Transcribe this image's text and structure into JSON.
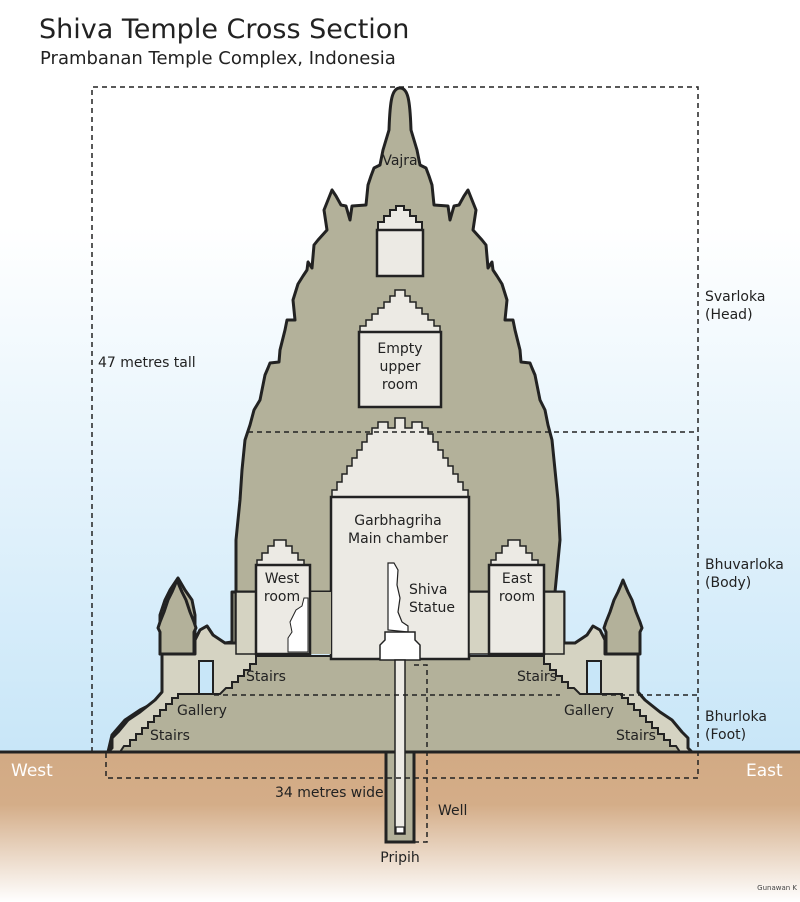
{
  "title": "Shiva Temple Cross Section",
  "subtitle": "Prambanan Temple Complex, Indonesia",
  "colors": {
    "stone": "#b3b19a",
    "stone_light": "#d5d3c2",
    "room": "#eceae4",
    "outline": "#222222",
    "sky_top": "#ffffff",
    "sky_bottom": "#c8e6f8",
    "ground_top": "#d2aa84",
    "ground_bottom": "#ffffff",
    "direction_text": "#ffffff"
  },
  "dimensions": {
    "height_label": "47 metres tall",
    "width_label": "34 metres wide"
  },
  "levels": [
    {
      "name": "Svarloka",
      "meaning": "(Head)"
    },
    {
      "name": "Bhuvarloka",
      "meaning": "(Body)"
    },
    {
      "name": "Bhurloka",
      "meaning": "(Foot)"
    }
  ],
  "parts": {
    "vajra": "Vajra",
    "upper_room": [
      "Empty",
      "upper",
      "room"
    ],
    "main_chamber": [
      "Garbhagriha",
      "Main chamber"
    ],
    "shiva_statue": [
      "Shiva",
      "Statue"
    ],
    "west_room": [
      "West",
      "room"
    ],
    "east_room": [
      "East",
      "room"
    ],
    "stairs": "Stairs",
    "gallery": "Gallery",
    "well": "Well",
    "pripih": "Pripih"
  },
  "directions": {
    "west": "West",
    "east": "East"
  },
  "credit": "Gunawan K"
}
